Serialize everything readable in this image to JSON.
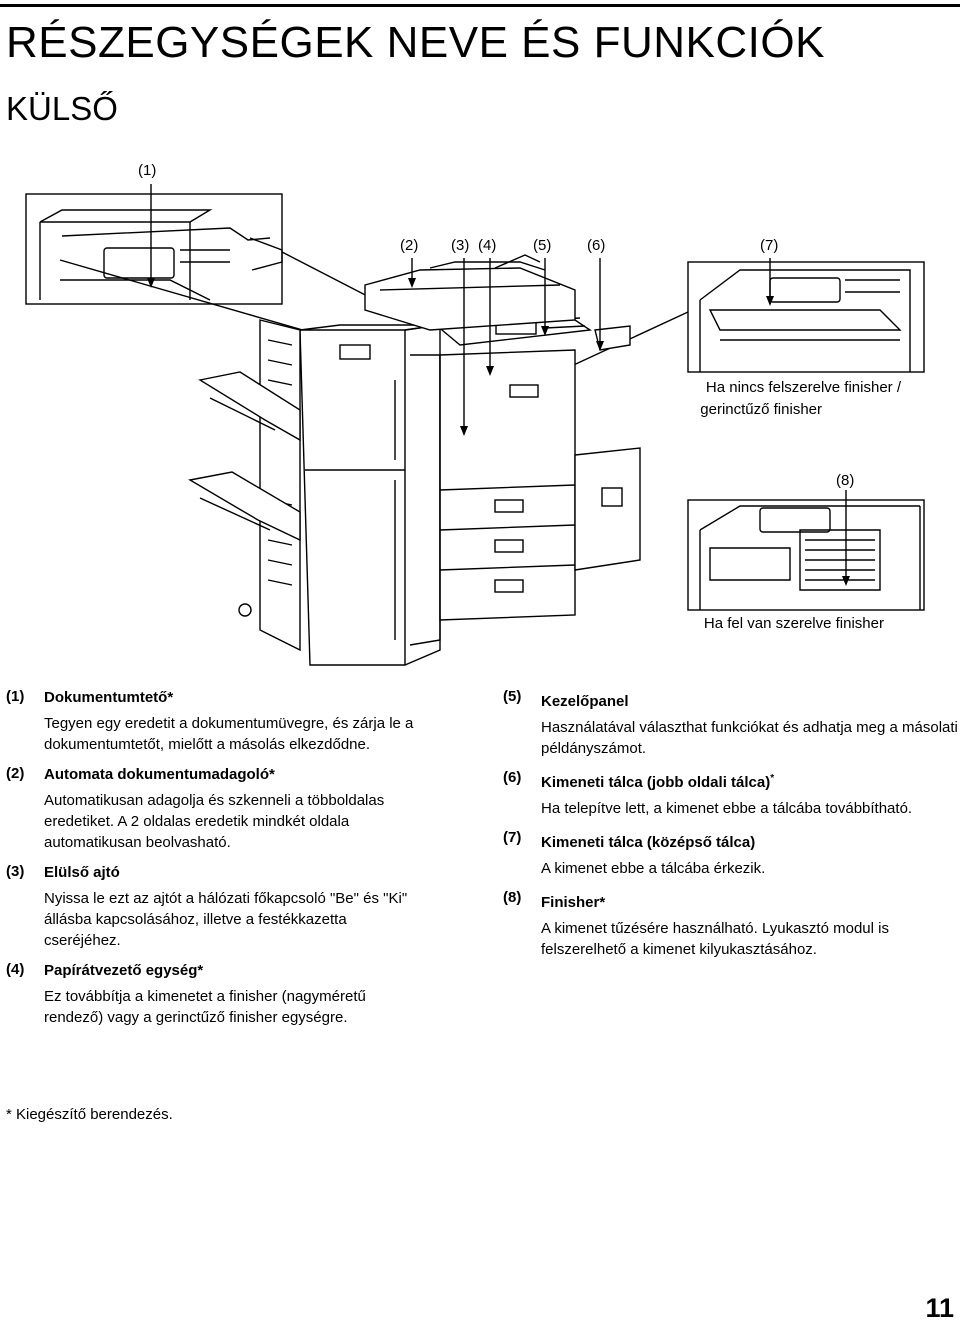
{
  "page": {
    "title": "RÉSZEGYSÉGEK NEVE ÉS FUNKCIÓK",
    "subtitle": "KÜLSŐ",
    "page_number": "11",
    "footnote": "*  Kiegészítő berendezés."
  },
  "figure": {
    "callouts": [
      "(1)",
      "(2)",
      "(3)",
      "(4)",
      "(5)",
      "(6)",
      "(7)",
      "(8)"
    ],
    "caption_no_finisher_line1": "Ha nincs felszerelve finisher /",
    "caption_no_finisher_line2": "gerinctűző finisher",
    "caption_with_finisher": "Ha fel van szerelve finisher"
  },
  "items_left": [
    {
      "num": "(1)",
      "title": "Dokumentumtető*",
      "desc": "Tegyen egy eredetit a dokumentumüvegre, és zárja le a dokumentumtetőt, mielőtt a másolás elkezdődne."
    },
    {
      "num": "(2)",
      "title": "Automata dokumentumadagoló*",
      "desc": "Automatikusan adagolja és szkenneli a többoldalas eredetiket. A 2 oldalas eredetik mindkét oldala automatikusan beolvasható."
    },
    {
      "num": "(3)",
      "title": "Elülső ajtó",
      "desc": "Nyissa le ezt az ajtót a hálózati főkapcsoló \"Be\" és \"Ki\" állásba kapcsolásához, illetve a festékkazetta cseréjéhez."
    },
    {
      "num": "(4)",
      "title": "Papírátvezető egység*",
      "desc": "Ez továbbítja a kimenetet a finisher (nagyméretű rendező) vagy a gerinctűző finisher egységre."
    }
  ],
  "items_right": [
    {
      "num": "(5)",
      "title": "Kezelőpanel",
      "sup": "",
      "desc": "Használatával választhat funkciókat és adhatja meg a másolati példányszámot."
    },
    {
      "num": "(6)",
      "title": "Kimeneti tálca (jobb oldali tálca)",
      "sup": "*",
      "desc": "Ha telepítve lett, a kimenet ebbe a tálcába továbbítható."
    },
    {
      "num": "(7)",
      "title": "Kimeneti tálca (középső tálca)",
      "sup": "",
      "desc": "A kimenet ebbe a tálcába érkezik."
    },
    {
      "num": "(8)",
      "title": "Finisher*",
      "sup": "",
      "desc": "A kimenet tűzésére használható. Lyukasztó modul is felszerelhető a kimenet kilyukasztásához."
    }
  ]
}
